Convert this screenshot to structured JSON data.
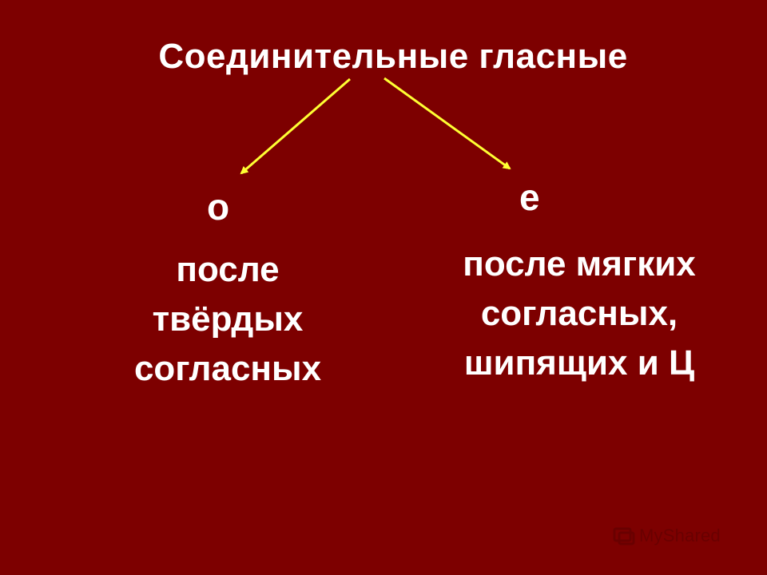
{
  "title": "Соединительные гласные",
  "left_branch": {
    "letter": "о",
    "lines": [
      "после",
      "твёрдых",
      "согласных"
    ]
  },
  "right_branch": {
    "letter": "е",
    "lines": [
      "после мягких",
      "согласных,",
      "шипящих и Ц"
    ]
  },
  "colors": {
    "background": "#7d0000",
    "text": "#ffffff",
    "arrow": "#ffff33"
  },
  "watermark": {
    "text": "MyShared",
    "icon": "myshared-logo-icon"
  }
}
